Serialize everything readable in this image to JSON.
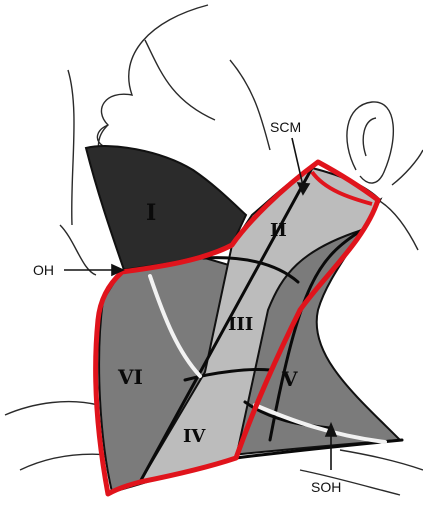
{
  "diagram": {
    "levels": {
      "level_1": "I",
      "level_2": "II",
      "level_3": "III",
      "level_4": "IV",
      "level_5": "V",
      "level_6": "VI"
    },
    "callouts": {
      "scm": "SCM",
      "oh": "OH",
      "soh": "SOH"
    },
    "colors": {
      "outline": "#e0141c",
      "level_1": "#2b2b2b",
      "level_2_3_4": "#bcbcbc",
      "level_5_6": "#7b7b7b",
      "line_art": "#111111"
    }
  }
}
